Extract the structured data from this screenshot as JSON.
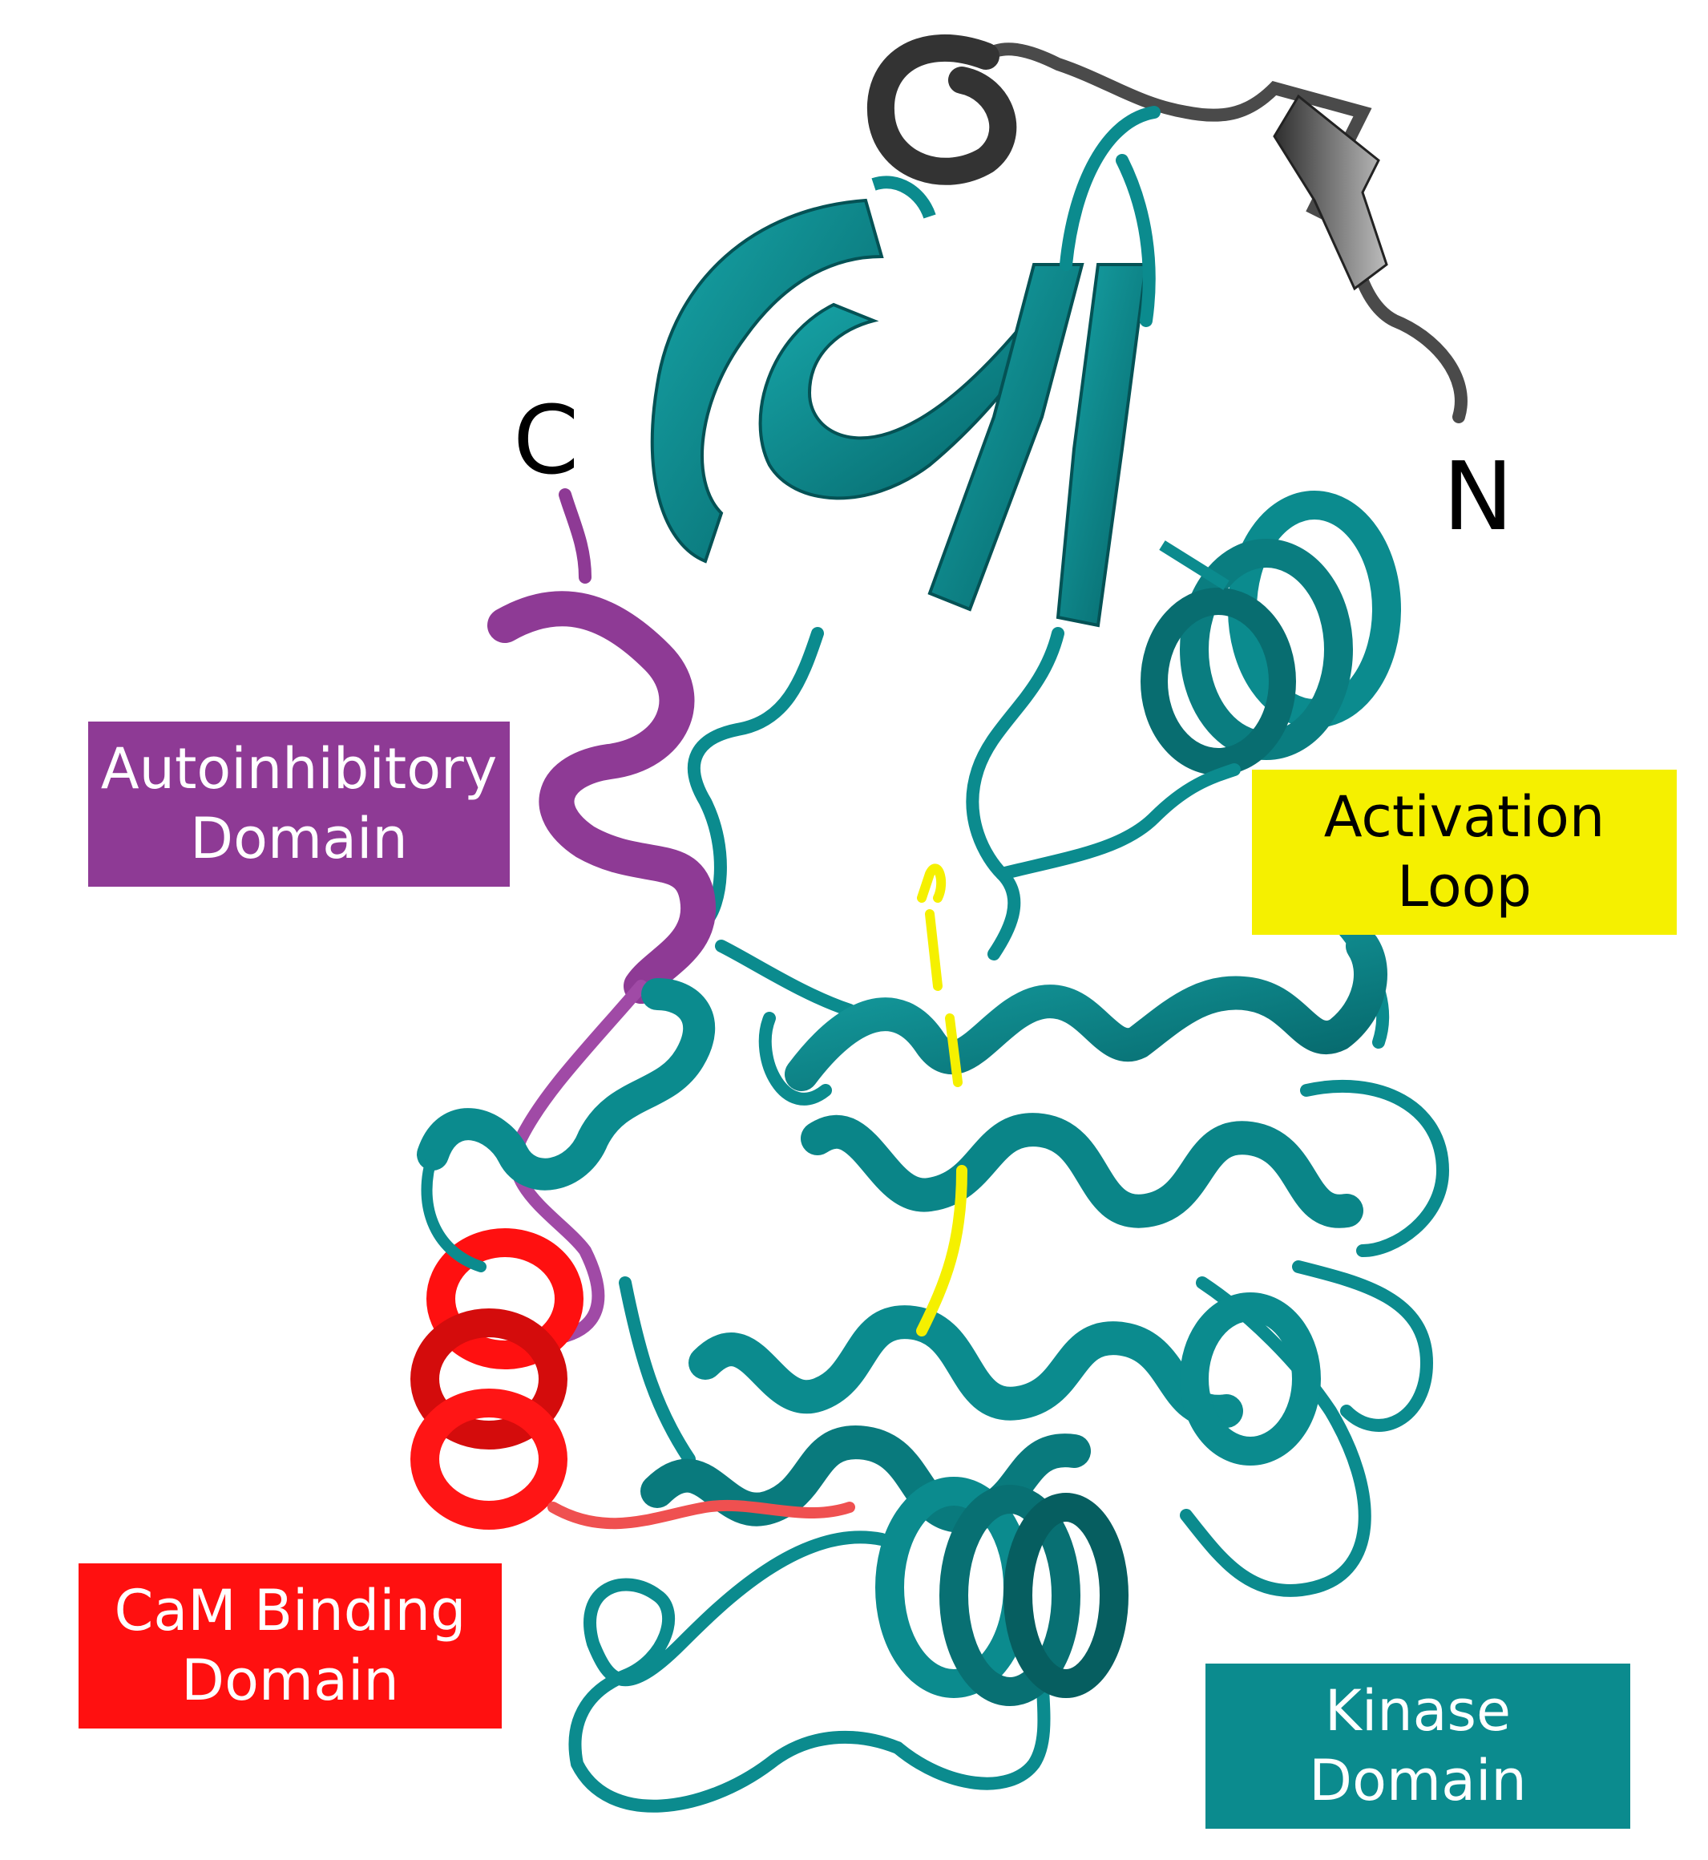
{
  "colors": {
    "kinase": "#0b8b8e",
    "kinase_dark": "#065a5c",
    "autoinhibitory": "#8e3a95",
    "cam_binding": "#ff1010",
    "activation_loop": "#f5f000",
    "n_terminal": "#4a4a4a",
    "label_text_light": "#ffffff",
    "label_text_dark": "#000000"
  },
  "termini": {
    "c_label": "C",
    "n_label": "N"
  },
  "labels": {
    "autoinhibitory": {
      "line1": "Autoinhibitory",
      "line2": "Domain"
    },
    "activation": {
      "line1": "Activation",
      "line2": "Loop"
    },
    "cam": {
      "line1": "CaM Binding",
      "line2": "Domain"
    },
    "kinase": {
      "line1": "Kinase",
      "line2": "Domain"
    }
  }
}
